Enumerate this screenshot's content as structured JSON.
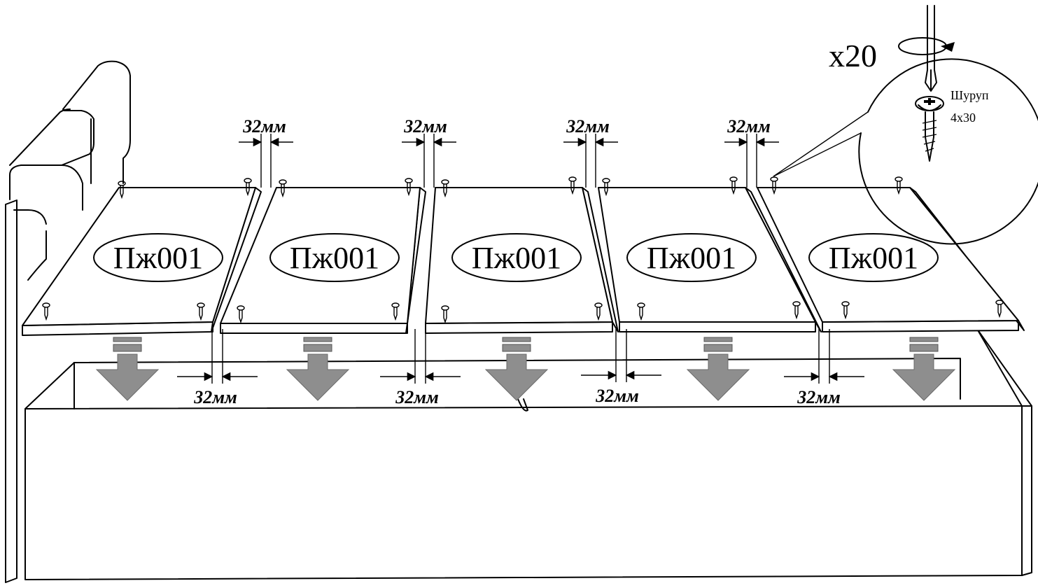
{
  "panel_label": "Пж001",
  "gap_label": "32мм",
  "screw_count": "x20",
  "screw_name": "Шуруп",
  "screw_size": "4x30",
  "panels_count": 5
}
